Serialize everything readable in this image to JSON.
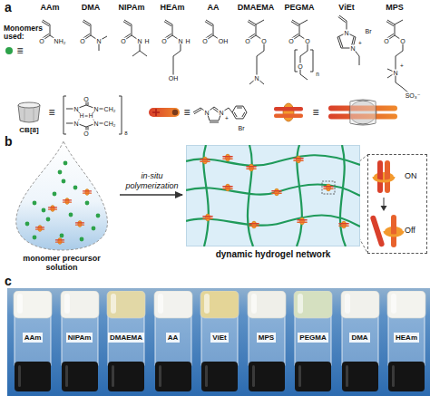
{
  "diagram": {
    "nodes": [
      {
        "text": [
          "monomer precursor solution"
        ]
      },
      {
        "text": [
          "dynamic hydrogel network"
        ]
      },
      {
        "text": [
          "ON",
          "Off"
        ]
      },
      {
        "text": [
          "AAm"
        ]
      },
      {
        "text": [
          "NIPAm"
        ]
      },
      {
        "text": [
          "DMAEMA"
        ]
      },
      {
        "text": [
          "AA"
        ]
      },
      {
        "text": [
          "ViEt"
        ]
      },
      {
        "text": [
          "MPS"
        ]
      },
      {
        "text": [
          "PEGMA"
        ]
      },
      {
        "text": [
          "DMA"
        ]
      },
      {
        "text": [
          "HEAm"
        ]
      }
    ],
    "edges": [
      {
        "from": 0,
        "to": 1,
        "label": "in-situ polymerization",
        "arrow": "to"
      }
    ],
    "labels": [
      "a",
      "Monomers used:",
      "≡",
      "AAm",
      "DMA",
      "NIPAm",
      "HEAm",
      "AA",
      "DMAEMA",
      "PEGMA",
      "ViEt",
      "MPS",
      "O",
      "NH₂",
      "O",
      "N",
      "O",
      "N",
      "H",
      "O",
      "N",
      "H",
      "OH",
      "O",
      "OH",
      "O",
      "O",
      "N",
      "O",
      "O",
      "O",
      "n",
      "N",
      "+",
      "N",
      "Br",
      "O",
      "O",
      "N",
      "+",
      "SO₃⁻",
      "CB[8]",
      "≡",
      "O",
      "N",
      "N",
      "H",
      "H",
      "N",
      "N",
      "O",
      "CH₂",
      "CH₂",
      "8",
      "≡",
      "N",
      "N",
      "+",
      "Br",
      "≡",
      "b",
      "c"
    ]
  }
}
